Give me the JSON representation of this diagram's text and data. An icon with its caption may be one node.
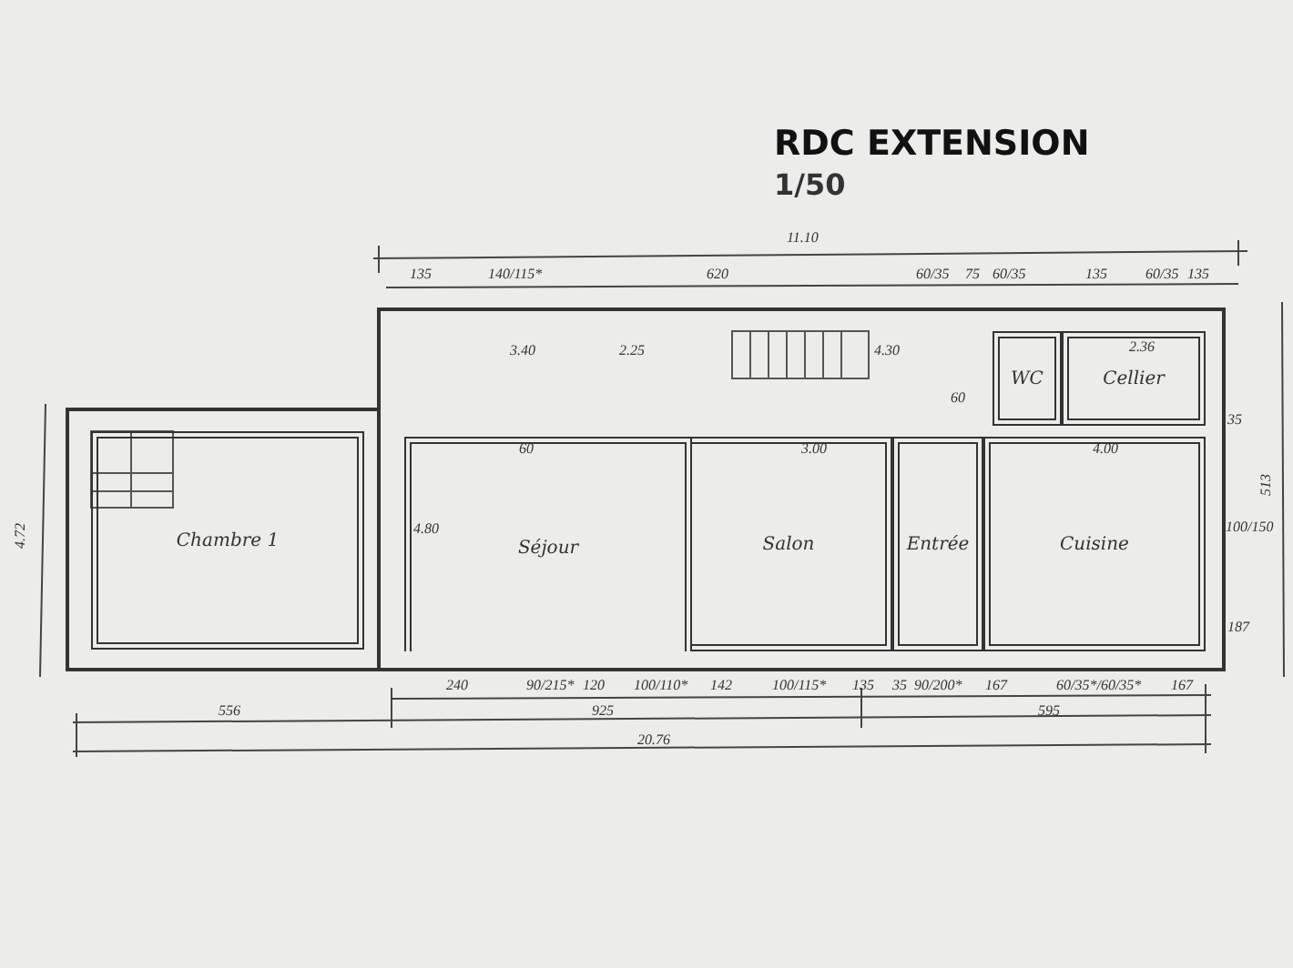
{
  "diagram": {
    "title": "RDC EXTENSION",
    "nodes": [
      {
        "text": [
          "Chambre 1"
        ]
      },
      {
        "text": [
          "Séjour"
        ]
      },
      {
        "text": [
          "Salon"
        ]
      },
      {
        "text": [
          "Entrée"
        ]
      },
      {
        "text": [
          "Cuisine"
        ]
      },
      {
        "text": [
          "WC"
        ]
      },
      {
        "text": [
          "Cellier"
        ]
      }
    ],
    "labels": [
      "1/50",
      "11.10",
      "135",
      "140/115*",
      "620",
      "60/35",
      "75",
      "60/35",
      "135",
      "60/35",
      "135",
      "3.40",
      "2.25",
      "4.30",
      "60",
      "2.36",
      "60",
      "3.00",
      "4.80",
      "4.00",
      "4.72",
      "35",
      "100/150",
      "187",
      "513",
      "240",
      "90/215*",
      "120",
      "100/110*",
      "142",
      "100/115*",
      "135",
      "35",
      "90/200*",
      "167",
      "60/35*/60/35*",
      "167",
      "556",
      "925",
      "595",
      "20.76"
    ]
  }
}
